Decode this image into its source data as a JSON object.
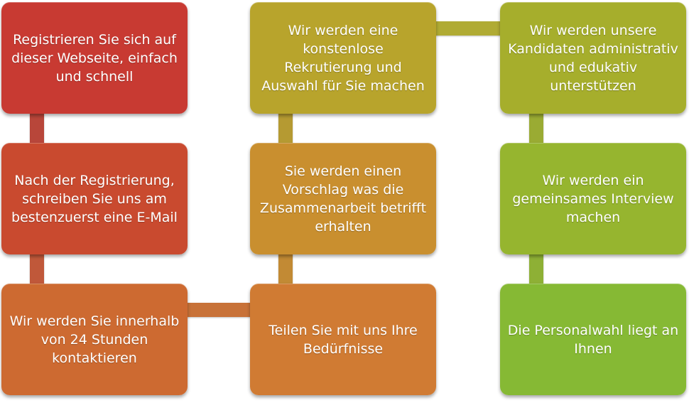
{
  "steps": [
    {
      "id": "step-1",
      "text": "Registrieren Sie sich auf dieser Webseite, einfach und schnell",
      "color": "#c83a32"
    },
    {
      "id": "step-2",
      "text": "Nach der Registrierung, schreiben Sie uns am bestenzuerst eine E-Mail",
      "color": "#c94a2f"
    },
    {
      "id": "step-3",
      "text": "Wir werden Sie innerhalb von 24 Stunden kontaktieren",
      "color": "#cd6a31"
    },
    {
      "id": "step-4",
      "text": "Teilen Sie mit uns Ihre Bedürfnisse",
      "color": "#d07b33"
    },
    {
      "id": "step-5",
      "text": "Sie werden einen Vorschlag was die Zusammenarbeit betrifft erhalten",
      "color": "#c98f2f"
    },
    {
      "id": "step-6",
      "text": "Wir werden eine konstenlose Rekrutierung und Auswahl für Sie machen",
      "color": "#b8a42c"
    },
    {
      "id": "step-7",
      "text": "Wir werden unsere Kandidaten administrativ und edukativ unterstützen",
      "color": "#a6ae2c"
    },
    {
      "id": "step-8",
      "text": "Wir werden ein gemeinsames Interview machen",
      "color": "#96b52f"
    },
    {
      "id": "step-9",
      "text": "Die Personalwahl liegt an Ihnen",
      "color": "#86b934"
    }
  ],
  "connector_colors": {
    "c12": "#b8463a",
    "c23": "#c0583a",
    "c34": "#c87238",
    "c45": "#c28a34",
    "c56": "#b59a32",
    "c67": "#b0ab34",
    "c78": "#9aab33",
    "c89": "#8eb035"
  }
}
